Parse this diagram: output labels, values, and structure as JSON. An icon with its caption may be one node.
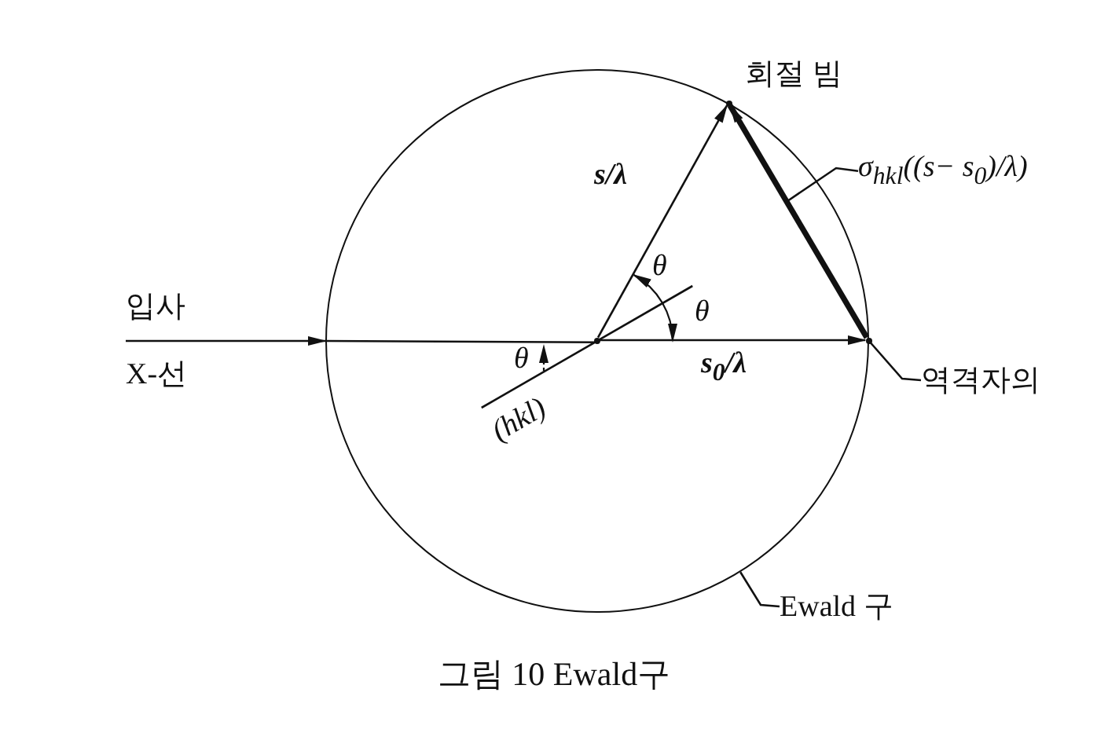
{
  "diagram": {
    "caption": "그림 10 Ewald구",
    "nodes": [
      {
        "text": [],
        "shape": "circle"
      },
      {
        "text": [
          "입사",
          "X-선"
        ]
      },
      {
        "text": [],
        "shape": "point",
        "in": 0
      },
      {
        "text": [],
        "shape": "point",
        "beside": [
          "회절 빔"
        ],
        "in": 0
      },
      {
        "text": [],
        "shape": "point",
        "in": 0
      },
      {
        "text": [
          "역격자의"
        ]
      },
      {
        "text": [
          "Ewald 구"
        ]
      },
      {
        "text": [
          "σ$_{hkl}$((s− s$_{0}$)/λ)"
        ]
      }
    ],
    "edges": [
      {
        "from": 1,
        "to": 0,
        "arrow": "to"
      },
      {
        "from": 0,
        "to": 2,
        "arrow": "none"
      },
      {
        "from": 2,
        "to": 4,
        "arrow": "to",
        "label": "s$_{0}$/λ"
      },
      {
        "from": 2,
        "to": 3,
        "arrow": "to",
        "label": "s/λ"
      },
      {
        "from": 4,
        "to": 3,
        "arrow": "to",
        "style": "thick"
      },
      {
        "from": 5,
        "to": 4,
        "arrow": "none"
      },
      {
        "from": 6,
        "to": 0,
        "arrow": "none"
      },
      {
        "from": 7,
        "to": null,
        "arrow": "none"
      }
    ],
    "labels": [
      "θ",
      "θ",
      "θ",
      "(hkl)"
    ]
  }
}
